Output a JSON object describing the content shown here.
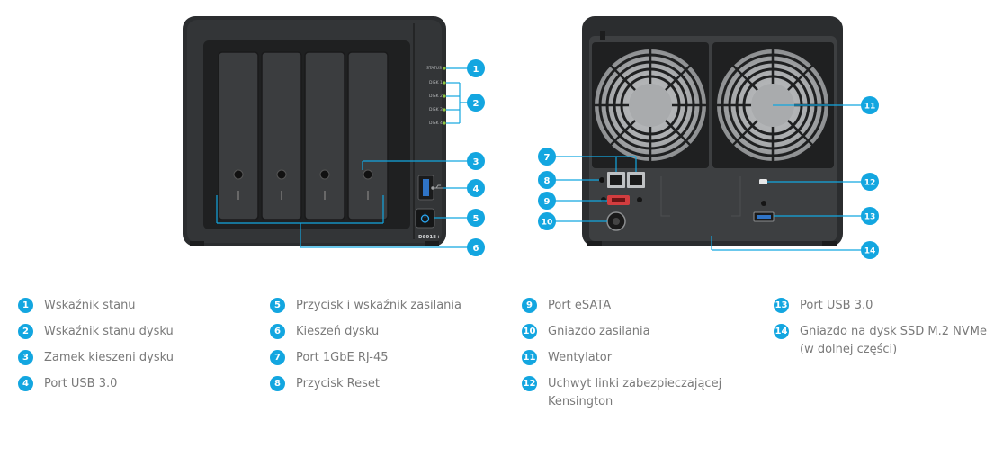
{
  "colors": {
    "accent": "#13a6e0",
    "chassis": "#2b2d2f",
    "panel": "#3d3f41",
    "led": "#8ec641",
    "label_text": "#7a7a7a"
  },
  "front": {
    "model_label": "DS918+",
    "led_labels": [
      "STATUS",
      "DISK 1",
      "DISK 2",
      "DISK 3",
      "DISK 4"
    ],
    "callouts": [
      "1",
      "2",
      "3",
      "4",
      "5",
      "6"
    ]
  },
  "back": {
    "callouts": [
      "7",
      "8",
      "9",
      "10",
      "11",
      "12",
      "13",
      "14"
    ]
  },
  "legend": [
    [
      {
        "num": "1",
        "text": "Wskaźnik stanu"
      },
      {
        "num": "2",
        "text": "Wskaźnik stanu dysku"
      },
      {
        "num": "3",
        "text": "Zamek kieszeni dysku"
      },
      {
        "num": "4",
        "text": "Port USB 3.0"
      }
    ],
    [
      {
        "num": "5",
        "text": "Przycisk i wskaźnik zasilania"
      },
      {
        "num": "6",
        "text": "Kieszeń dysku"
      },
      {
        "num": "7",
        "text": "Port 1GbE RJ-45"
      },
      {
        "num": "8",
        "text": "Przycisk Reset"
      }
    ],
    [
      {
        "num": "9",
        "text": "Port eSATA"
      },
      {
        "num": "10",
        "text": "Gniazdo zasilania"
      },
      {
        "num": "11",
        "text": "Wentylator"
      },
      {
        "num": "12",
        "text": "Uchwyt linki zabezpieczającej Kensington"
      }
    ],
    [
      {
        "num": "13",
        "text": "Port USB 3.0"
      },
      {
        "num": "14",
        "text": "Gniazdo na dysk SSD M.2 NVMe (w dolnej części)"
      }
    ]
  ]
}
